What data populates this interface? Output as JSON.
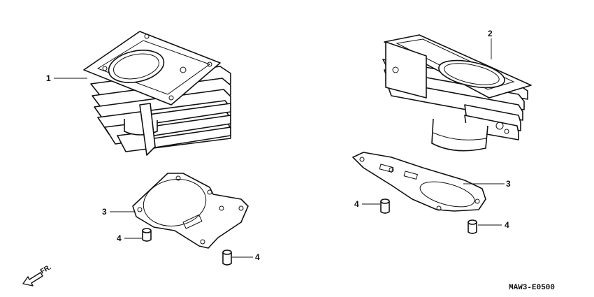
{
  "callouts": {
    "c1": "1",
    "c2": "2",
    "c3a": "3",
    "c3b": "3",
    "c4a": "4",
    "c4b": "4",
    "c4c": "4",
    "c4d": "4"
  },
  "direction_label": "FR.",
  "diagram_code": "MAW3-E0500"
}
